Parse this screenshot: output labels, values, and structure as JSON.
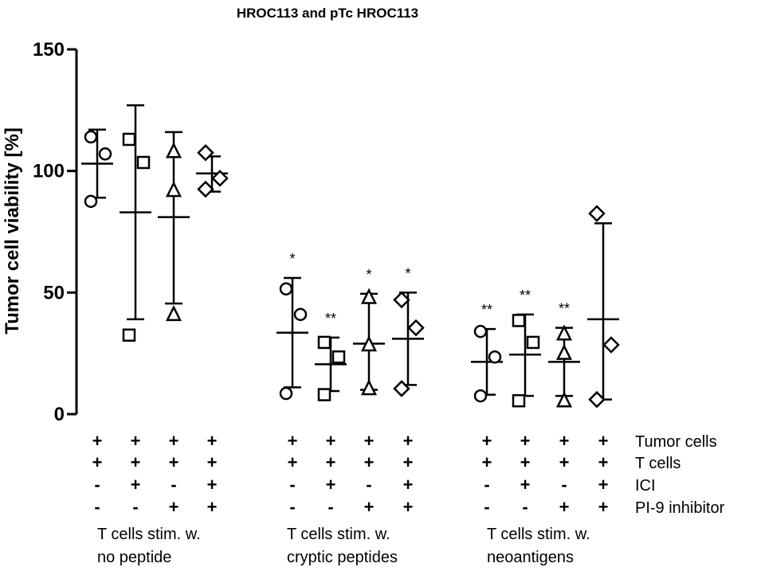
{
  "chart_data": {
    "type": "scatter",
    "title": "HROC113 and pTc HROC113",
    "xlabel": "",
    "ylabel": "Tumor cell viability [%]",
    "ylim": [
      0,
      150
    ],
    "yticks": [
      0,
      50,
      100,
      150
    ],
    "grid": false,
    "legend": "none",
    "row_labels": [
      "Tumor cells",
      "T cells",
      "ICI",
      "PI-9 inhibitor"
    ],
    "groups": [
      {
        "label_line1": "T cells stim. w.",
        "label_line2": "no peptide"
      },
      {
        "label_line1": "T cells stim. w.",
        "label_line2": "cryptic peptides"
      },
      {
        "label_line1": "T cells stim. w.",
        "label_line2": "neoantigens"
      }
    ],
    "conditions": [
      {
        "group": 0,
        "marker": "circle",
        "signs": [
          "+",
          "+",
          "-",
          "-"
        ],
        "points": [
          114,
          107,
          87.5
        ],
        "mean": 103,
        "sd_low": 89,
        "sd_high": 117,
        "sig": ""
      },
      {
        "group": 0,
        "marker": "square",
        "signs": [
          "+",
          "+",
          "+",
          "-"
        ],
        "points": [
          113,
          103.5,
          32.5
        ],
        "mean": 83,
        "sd_low": 39,
        "sd_high": 127,
        "sig": ""
      },
      {
        "group": 0,
        "marker": "triangle",
        "signs": [
          "+",
          "+",
          "-",
          "+"
        ],
        "points": [
          108,
          92,
          41
        ],
        "mean": 81,
        "sd_low": 45.5,
        "sd_high": 116,
        "sig": ""
      },
      {
        "group": 0,
        "marker": "diamond",
        "signs": [
          "+",
          "+",
          "+",
          "+"
        ],
        "points": [
          107.5,
          97,
          92.5
        ],
        "mean": 99,
        "sd_low": 91.5,
        "sd_high": 106,
        "sig": ""
      },
      {
        "group": 1,
        "marker": "circle",
        "signs": [
          "+",
          "+",
          "-",
          "-"
        ],
        "points": [
          51.5,
          41,
          8.5
        ],
        "mean": 33.5,
        "sd_low": 11,
        "sd_high": 56,
        "sig": "*"
      },
      {
        "group": 1,
        "marker": "square",
        "signs": [
          "+",
          "+",
          "+",
          "-"
        ],
        "points": [
          29.5,
          23.5,
          8
        ],
        "mean": 20.5,
        "sd_low": 9.5,
        "sd_high": 31.5,
        "sig": "**"
      },
      {
        "group": 1,
        "marker": "triangle",
        "signs": [
          "+",
          "+",
          "-",
          "+"
        ],
        "points": [
          48,
          28.5,
          10.5
        ],
        "mean": 29,
        "sd_low": 10,
        "sd_high": 49.5,
        "sig": "*"
      },
      {
        "group": 1,
        "marker": "diamond",
        "signs": [
          "+",
          "+",
          "+",
          "+"
        ],
        "points": [
          47,
          35.5,
          10.5
        ],
        "mean": 31,
        "sd_low": 12,
        "sd_high": 50,
        "sig": "*"
      },
      {
        "group": 2,
        "marker": "circle",
        "signs": [
          "+",
          "+",
          "-",
          "-"
        ],
        "points": [
          34,
          23.5,
          7.5
        ],
        "mean": 21.5,
        "sd_low": 8,
        "sd_high": 35,
        "sig": "**"
      },
      {
        "group": 2,
        "marker": "square",
        "signs": [
          "+",
          "+",
          "+",
          "-"
        ],
        "points": [
          38.5,
          29.5,
          5.5
        ],
        "mean": 24.5,
        "sd_low": 7.5,
        "sd_high": 41,
        "sig": "**"
      },
      {
        "group": 2,
        "marker": "triangle",
        "signs": [
          "+",
          "+",
          "-",
          "+"
        ],
        "points": [
          33,
          25,
          5.5
        ],
        "mean": 21.5,
        "sd_low": 7.5,
        "sd_high": 35.5,
        "sig": "**"
      },
      {
        "group": 2,
        "marker": "diamond",
        "signs": [
          "+",
          "+",
          "+",
          "+"
        ],
        "points": [
          82.5,
          28.5,
          6
        ],
        "mean": 39,
        "sd_low": 6,
        "sd_high": 78.5,
        "sig": ""
      }
    ]
  }
}
